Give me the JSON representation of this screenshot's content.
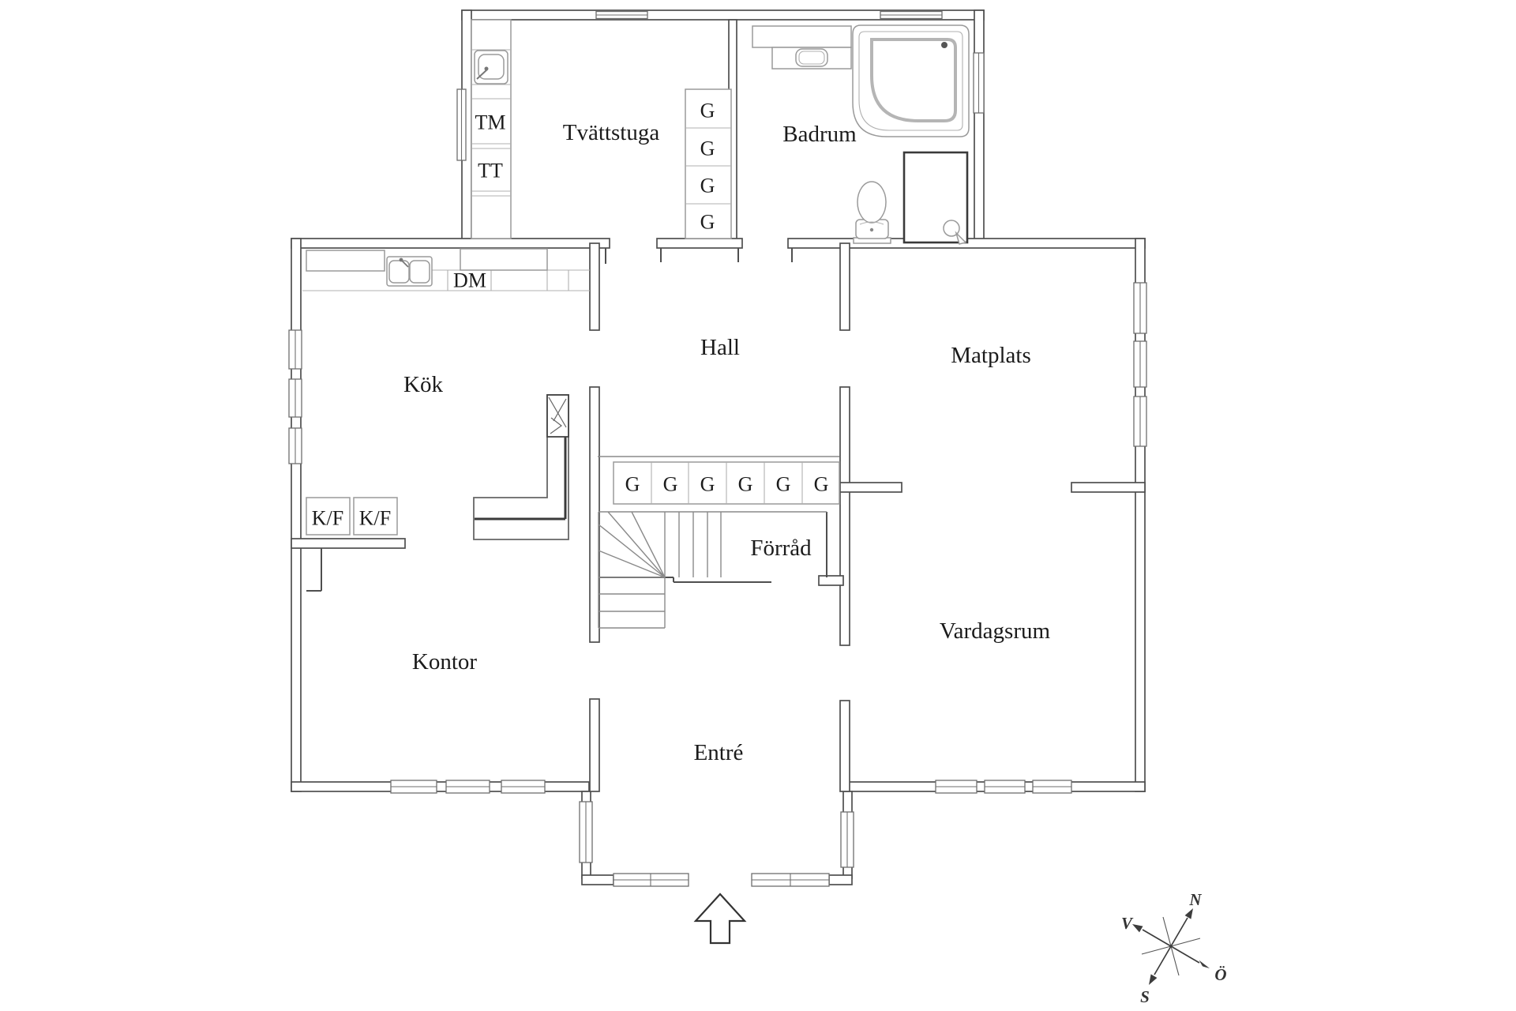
{
  "rooms": {
    "tvattstuga": "Tvättstuga",
    "badrum": "Badrum",
    "hall": "Hall",
    "matplats": "Matplats",
    "kok": "Kök",
    "forrad": "Förråd",
    "kontor": "Kontor",
    "vardagsrum": "Vardagsrum",
    "entre": "Entré"
  },
  "appliances": {
    "washing_machine": "TM",
    "dryer": "TT",
    "dishwasher": "DM",
    "fridge_freezer_1": "K/F",
    "fridge_freezer_2": "K/F"
  },
  "cabinets": {
    "column": [
      "G",
      "G",
      "G",
      "G"
    ],
    "row": [
      "G",
      "G",
      "G",
      "G",
      "G",
      "G"
    ]
  },
  "compass": {
    "n": "N",
    "v": "V",
    "o": "Ö",
    "s": "S"
  },
  "icons": {
    "entrance_arrow": "up-arrow-entrance",
    "compass_rose": "rotated-compass-rose"
  },
  "colors": {
    "wall": "#4f4f4f",
    "fixture": "#9a9a9a",
    "accent_dark": "#3a3a3a",
    "background": "#ffffff"
  }
}
